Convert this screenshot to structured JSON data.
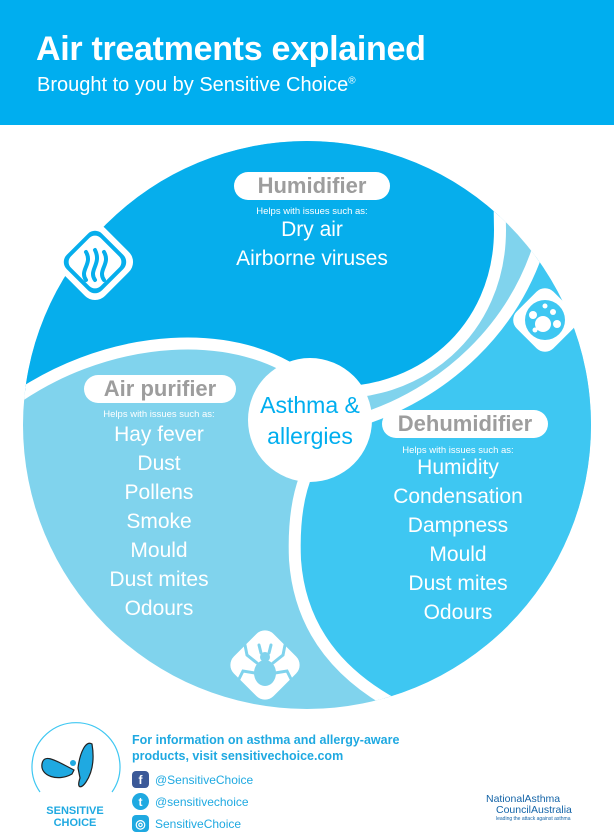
{
  "header": {
    "title": "Air treatments explained",
    "subtitle": "Brought to you by Sensitive Choice",
    "registered": "®"
  },
  "colors": {
    "brand": "#00aeef",
    "humidifier": "#06aeec",
    "dehumidifier": "#3ec7f2",
    "purifier": "#80d3ed"
  },
  "center": {
    "line1": "Asthma &",
    "line2": "allergies"
  },
  "sections": {
    "humidifier": {
      "title": "Humidifier",
      "helps": "Helps with issues such as:",
      "items": [
        "Dry air",
        "Airborne viruses"
      ],
      "icon": "steam-icon"
    },
    "purifier": {
      "title": "Air purifier",
      "helps": "Helps with issues such as:",
      "items": [
        "Hay fever",
        "Dust",
        "Pollens",
        "Smoke",
        "Mould",
        "Dust mites",
        "Odours"
      ],
      "icon": "dust-mite-icon"
    },
    "dehumidifier": {
      "title": "Dehumidifier",
      "helps": "Helps with issues such as:",
      "items": [
        "Humidity",
        "Condensation",
        "Dampness",
        "Mould",
        "Dust mites",
        "Odours"
      ],
      "icon": "bubbles-icon"
    }
  },
  "footer": {
    "info_line1": "For information on asthma and allergy-aware",
    "info_line2_prefix": "products, visit ",
    "info_link": "sensitivechoice.com",
    "facebook": "@SensitiveChoice",
    "twitter": "@sensitivechoice",
    "instagram": "SensitiveChoice",
    "logo_line1": "SENSITIVE",
    "logo_line2": "CHOICE",
    "nac_line1": "NationalAsthma",
    "nac_line2": "CouncilAustralia",
    "nac_tagline": "leading the attack against asthma"
  }
}
